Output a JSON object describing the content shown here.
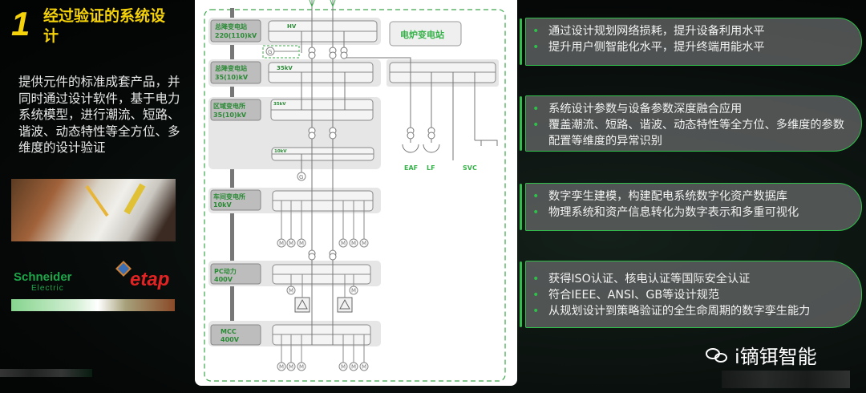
{
  "left": {
    "number": "1",
    "title": "经过验证的系统设计",
    "description": "提供元件的标准成套产品，并同时通过设计软件，基于电力系统模型，进行潮流、短路、谐波、动态特性等全方位、多维度的设计验证",
    "logos": {
      "schneider": "Schneider",
      "schneider_sub": "Electric",
      "etap": "etap"
    }
  },
  "diagram": {
    "levels": [
      {
        "name": "总降变电站",
        "voltage": "220(110)kV",
        "bus": "HV"
      },
      {
        "name": "总降变电站",
        "voltage": "35(10)kV",
        "bus": "35kV"
      },
      {
        "name": "区域变电所",
        "voltage": "35(10)kV",
        "bus": "35kV",
        "bus2": "10kV"
      },
      {
        "name": "车间变电所",
        "voltage": "10kV"
      },
      {
        "name": "PC动力",
        "voltage": "400V"
      },
      {
        "name": "MCC",
        "voltage": "400V"
      }
    ],
    "furnace_station": "电炉变电站",
    "loads": [
      "EAF",
      "LF",
      "SVC"
    ],
    "generator": "G",
    "motor": "M"
  },
  "panels": [
    {
      "items": [
        "通过设计规划网络损耗，提升设备利用水平",
        "提升用户侧智能化水平，提升终端用能水平"
      ]
    },
    {
      "items": [
        "系统设计参数与设备参数深度融合应用",
        "覆盖潮流、短路、谐波、动态特性等全方位、多维度的参数配置等维度的异常识别"
      ]
    },
    {
      "items": [
        "数字孪生建模，构建配电系统数字化资产数据库",
        "物理系统和资产信息转化为数字表示和多重可视化"
      ]
    },
    {
      "items": [
        "获得ISO认证、核电认证等国际安全认证",
        "符合IEEE、ANSI、GB等设计规范",
        "从规划设计到策略验证的全生命周期的数字孪生能力"
      ]
    }
  ],
  "watermark": "i镝铒智能",
  "colors": {
    "accent_green": "#2fbf4a",
    "title_yellow": "#f5d20a",
    "diagram_green": "#2aa44a"
  }
}
